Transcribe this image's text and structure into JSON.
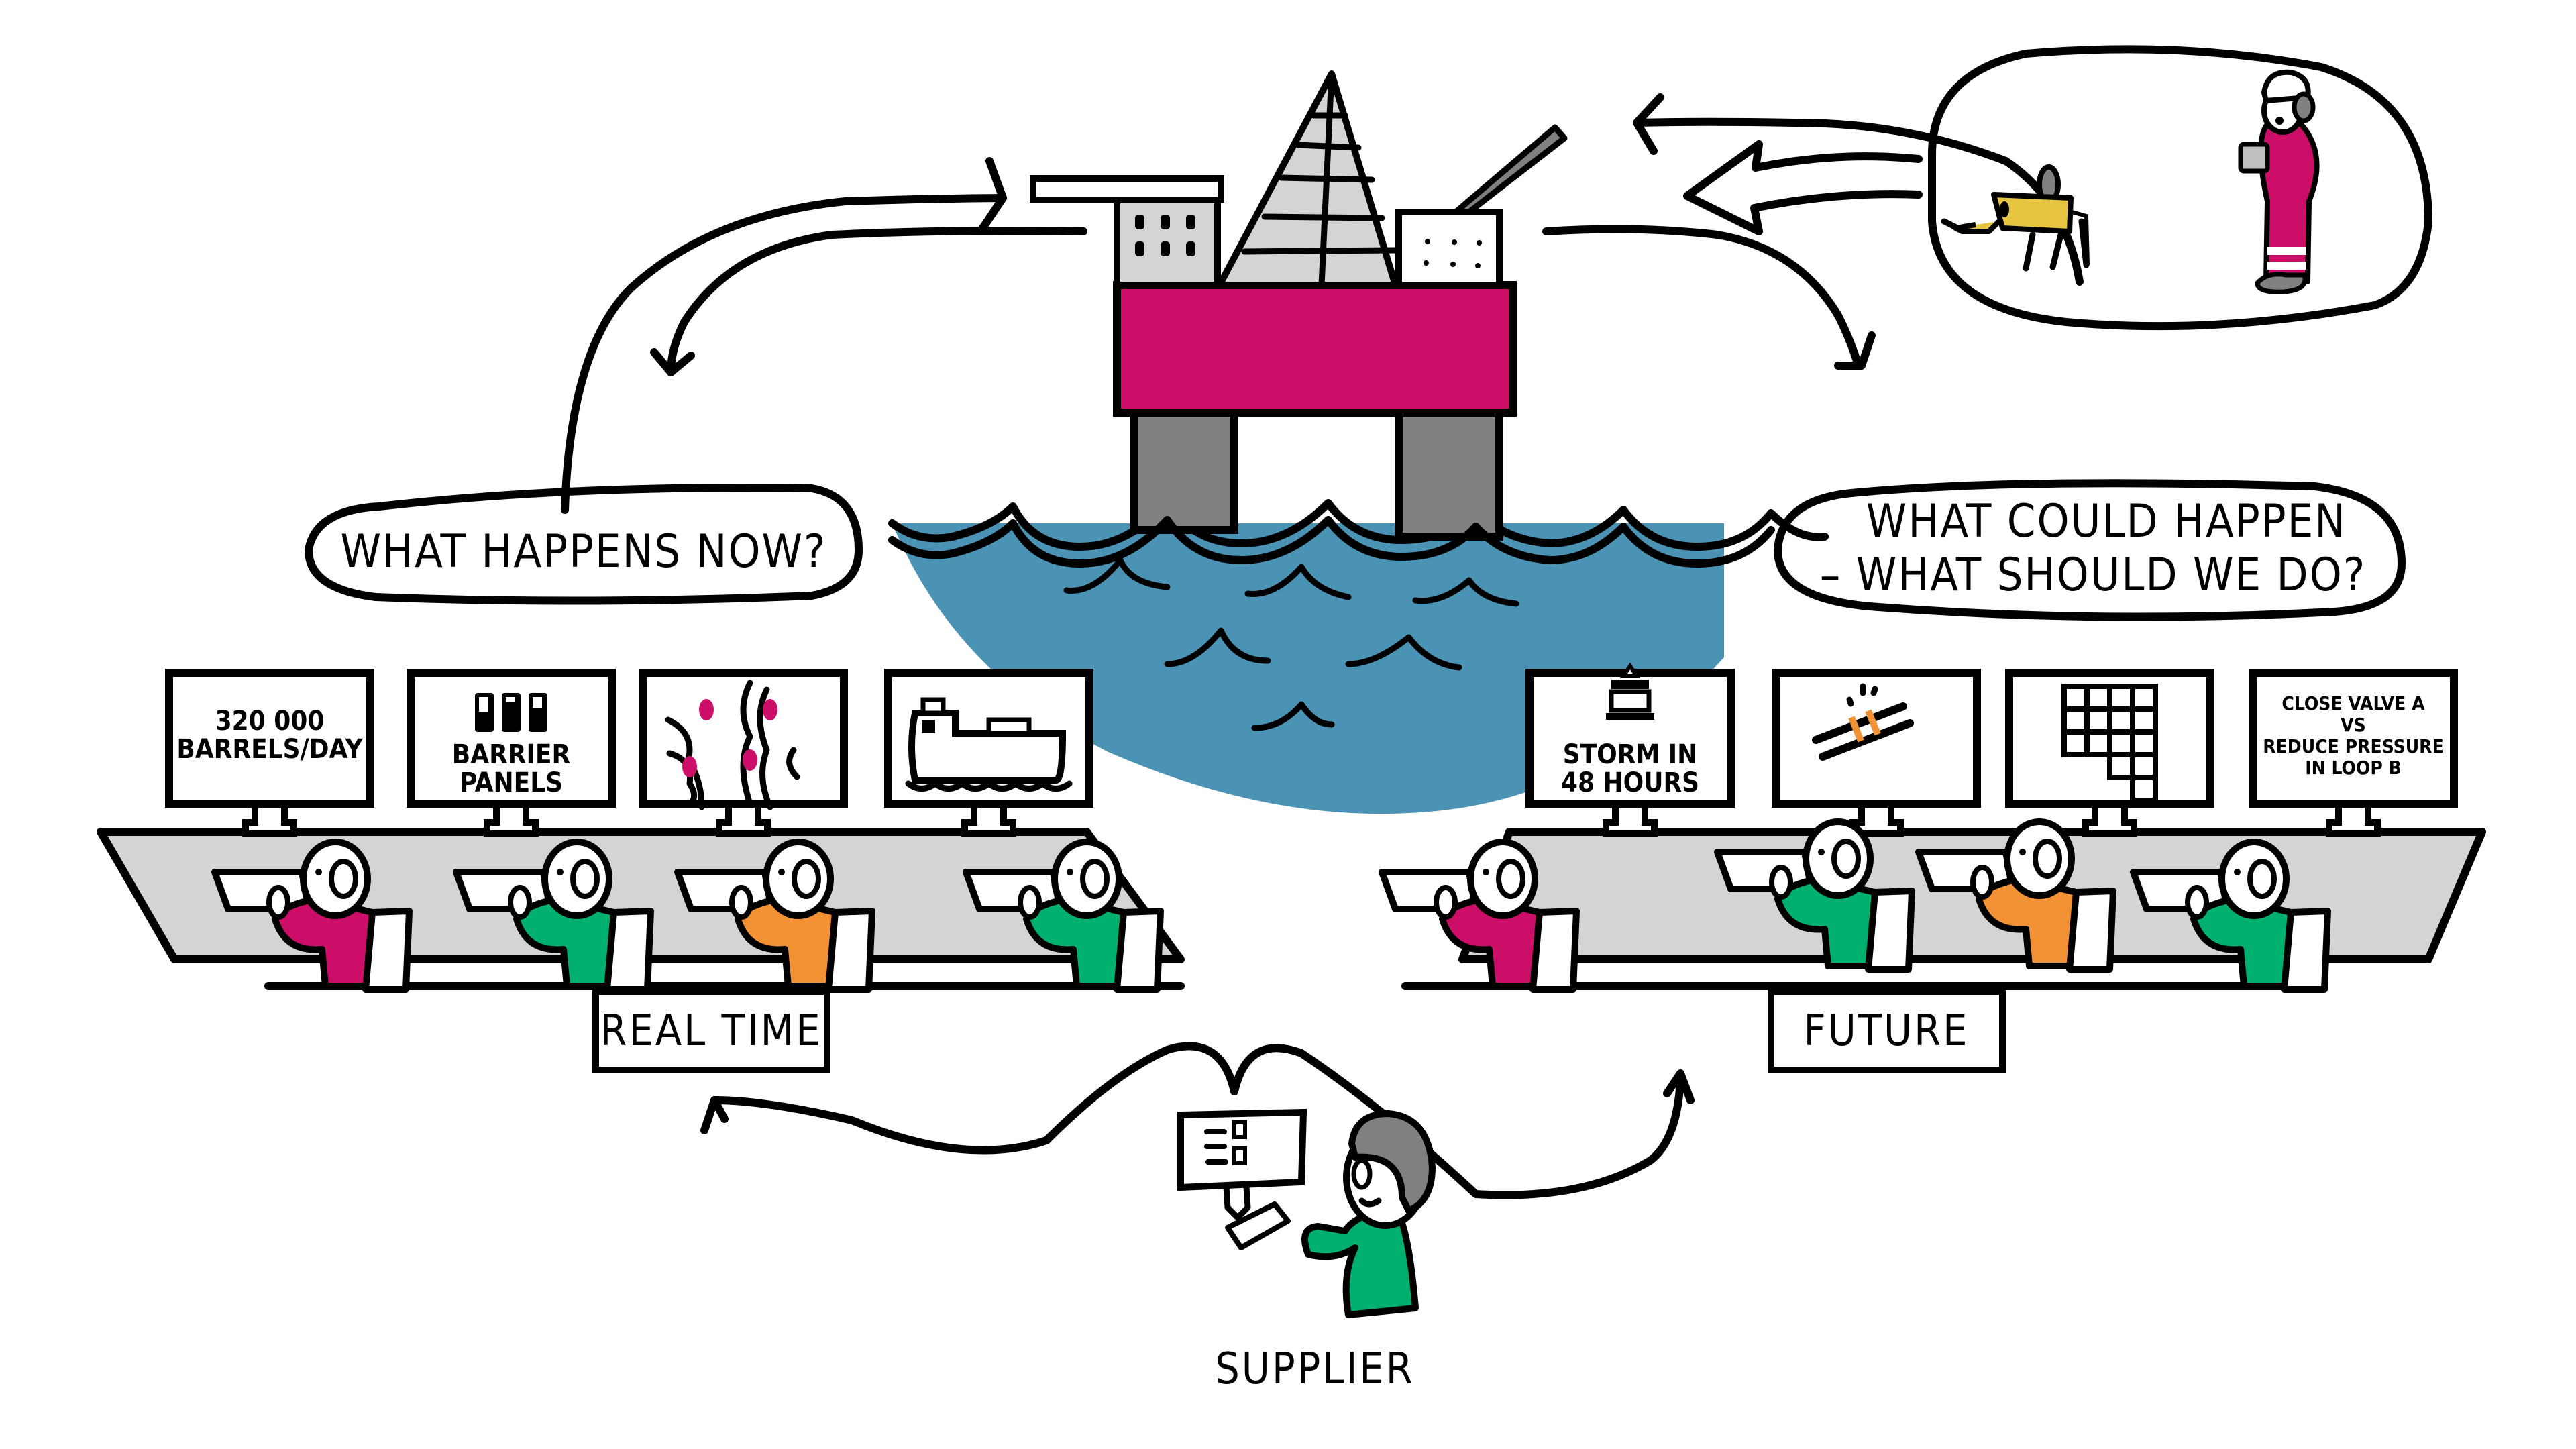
{
  "title": "Digital twin: real-time and future operation centres",
  "colors": {
    "magenta": "#CC0E68",
    "green": "#00B06F",
    "orange": "#F39135",
    "yellow": "#E6C440",
    "water": "#4A93B5",
    "grey_dark": "#808080",
    "grey_light": "#D4D4D4",
    "line": "#000000"
  },
  "platform": {
    "label": "offshore-platform"
  },
  "bubbles": {
    "now": "WHAT HAPPENS NOW?",
    "future_line1": "WHAT COULD HAPPEN",
    "future_line2": "– WHAT SHOULD WE DO?"
  },
  "thought_bubble": {
    "contents": [
      "robot-dog",
      "field-worker-with-tablet"
    ]
  },
  "real_time": {
    "label": "REAL TIME",
    "screens": [
      {
        "type": "text",
        "line1": "320 000",
        "line2": "BARRELS/DAY"
      },
      {
        "type": "icon-text",
        "icon": "barrier-panels-icon",
        "line1": "BARRIER",
        "line2": "PANELS"
      },
      {
        "type": "icon",
        "icon": "sensor-map-icon"
      },
      {
        "type": "icon",
        "icon": "ship-icon"
      }
    ],
    "operators": [
      "magenta",
      "green",
      "orange",
      "green"
    ]
  },
  "future": {
    "label": "FUTURE",
    "screens": [
      {
        "type": "icon-text",
        "icon": "platform-icon",
        "line1": "STORM IN",
        "line2": "48 HOURS"
      },
      {
        "type": "icon",
        "icon": "pipe-icon"
      },
      {
        "type": "icon",
        "icon": "grid-table-icon"
      },
      {
        "type": "text",
        "line1": "CLOSE VALVE A",
        "line2": "VS",
        "line3": "REDUCE PRESSURE",
        "line4": "IN LOOP B"
      }
    ],
    "operators": [
      "magenta",
      "green",
      "orange",
      "green"
    ]
  },
  "supplier": {
    "label": "SUPPLIER"
  }
}
